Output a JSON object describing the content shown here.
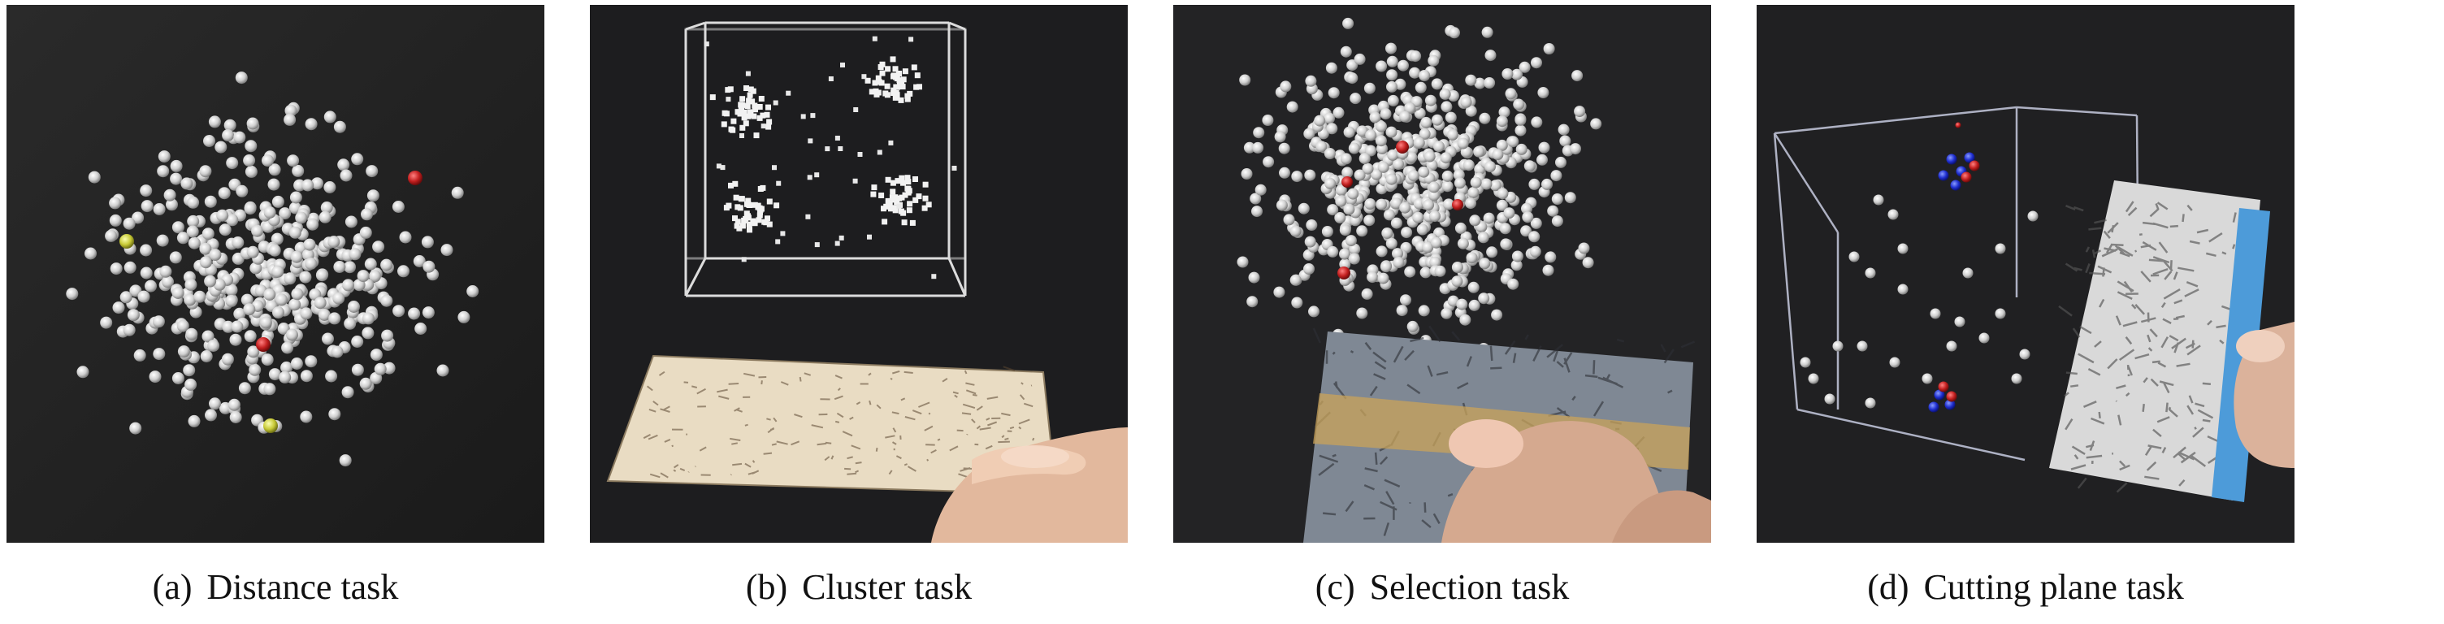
{
  "figure": {
    "panels": [
      {
        "label": "(a)",
        "title": "Distance task"
      },
      {
        "label": "(b)",
        "title": "Cluster task"
      },
      {
        "label": "(c)",
        "title": "Selection task"
      },
      {
        "label": "(d)",
        "title": "Cutting plane task"
      }
    ]
  }
}
